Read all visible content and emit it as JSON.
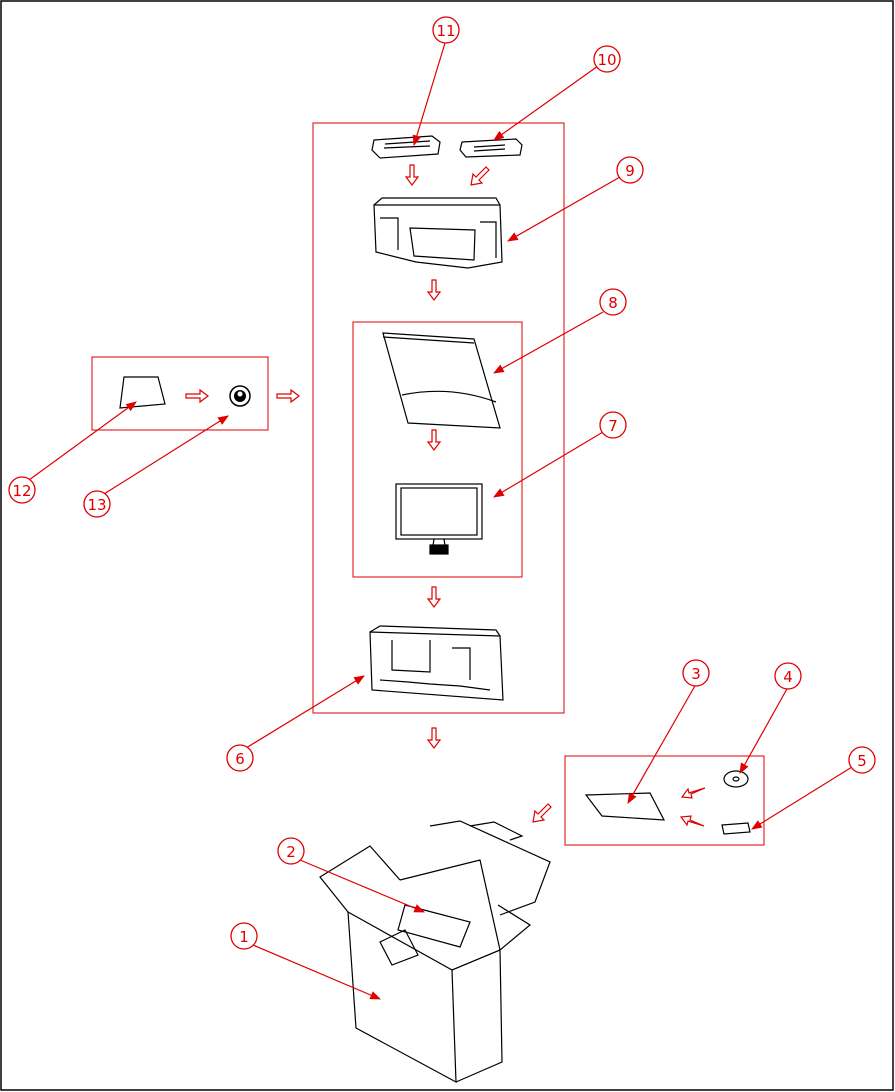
{
  "diagram": {
    "callouts": [
      {
        "id": "c1",
        "label": "1"
      },
      {
        "id": "c2",
        "label": "2"
      },
      {
        "id": "c3",
        "label": "3"
      },
      {
        "id": "c4",
        "label": "4"
      },
      {
        "id": "c5",
        "label": "5"
      },
      {
        "id": "c6",
        "label": "6"
      },
      {
        "id": "c7",
        "label": "7"
      },
      {
        "id": "c8",
        "label": "8"
      },
      {
        "id": "c9",
        "label": "9"
      },
      {
        "id": "c10",
        "label": "10"
      },
      {
        "id": "c11",
        "label": "11"
      },
      {
        "id": "c12",
        "label": "12"
      },
      {
        "id": "c13",
        "label": "13"
      }
    ],
    "colors": {
      "accent": "#e00000",
      "line": "#000000"
    }
  }
}
